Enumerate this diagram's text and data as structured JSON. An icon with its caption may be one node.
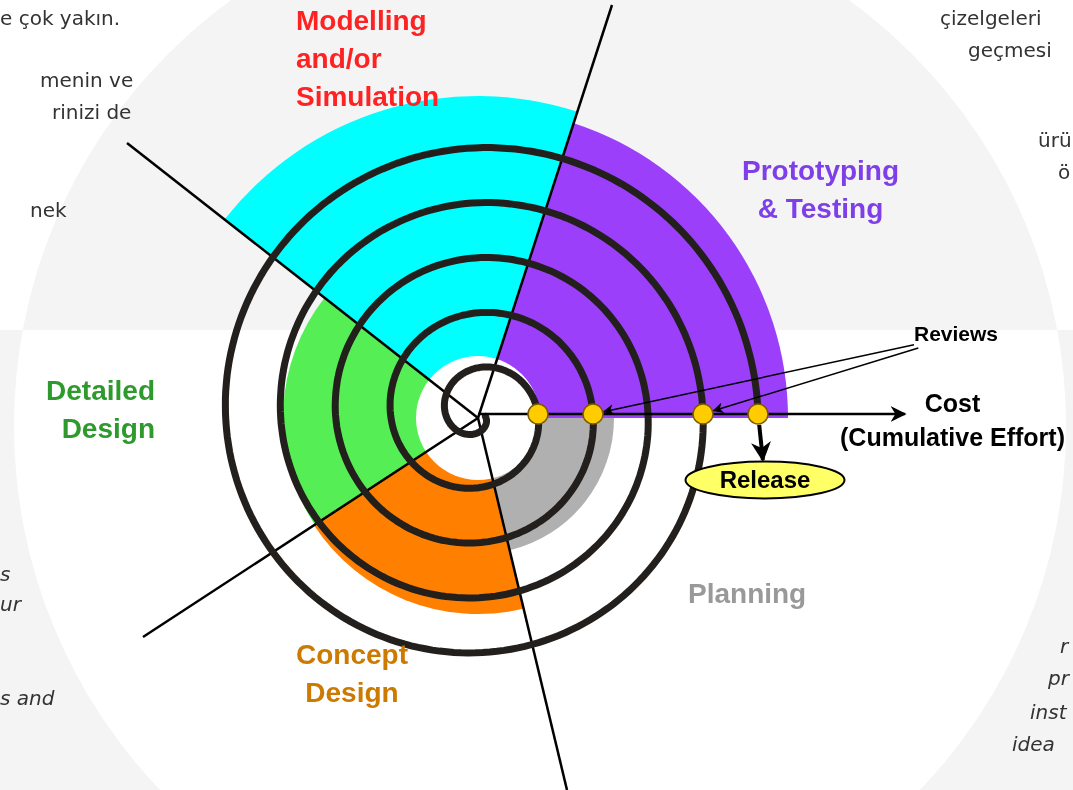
{
  "diagram": {
    "nodes": [
      {
        "text": [
          "Reviews"
        ]
      },
      {
        "text": [],
        "shape": "circle"
      },
      {
        "text": [],
        "shape": "circle"
      },
      {
        "text": [],
        "shape": "circle"
      },
      {
        "text": [],
        "shape": "circle"
      },
      {
        "text": [
          "Release"
        ]
      }
    ],
    "edges": [
      {
        "from": 0,
        "to": 2,
        "arrow": "to"
      },
      {
        "from": 0,
        "to": 3,
        "arrow": "to"
      },
      {
        "from": 4,
        "to": 5,
        "arrow": "to",
        "style": "thick"
      }
    ],
    "labels": [
      "e çok yakın.",
      "Modelling and/or Simulation",
      "çizelgeleri",
      "geçmesi",
      "menin ve",
      "rinizi de",
      "ürü",
      "Prototyping & Testing",
      "ö",
      "nek",
      "Detailed Design",
      "Cost (Cumulative Effort)",
      "s",
      "Planning",
      "ur",
      "r",
      "Concept Design",
      "pr",
      "s and",
      "inst",
      "idea"
    ]
  }
}
